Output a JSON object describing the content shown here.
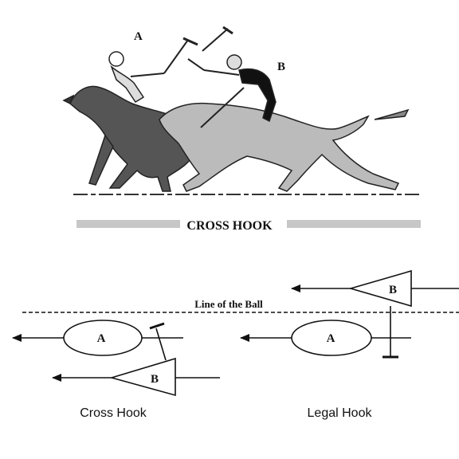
{
  "illustration": {
    "title": "CROSS HOOK",
    "rider_a_label": "A",
    "rider_b_label": "B",
    "caption_smudged": "(smudged caption text)"
  },
  "diagram": {
    "line_of_ball_label": "Line of the Ball",
    "left": {
      "player_a": "A",
      "player_b": "B",
      "caption": "Cross Hook"
    },
    "right": {
      "player_a": "A",
      "player_b": "B",
      "caption": "Legal Hook"
    }
  },
  "colors": {
    "ink": "#111111",
    "background": "#ffffff"
  }
}
